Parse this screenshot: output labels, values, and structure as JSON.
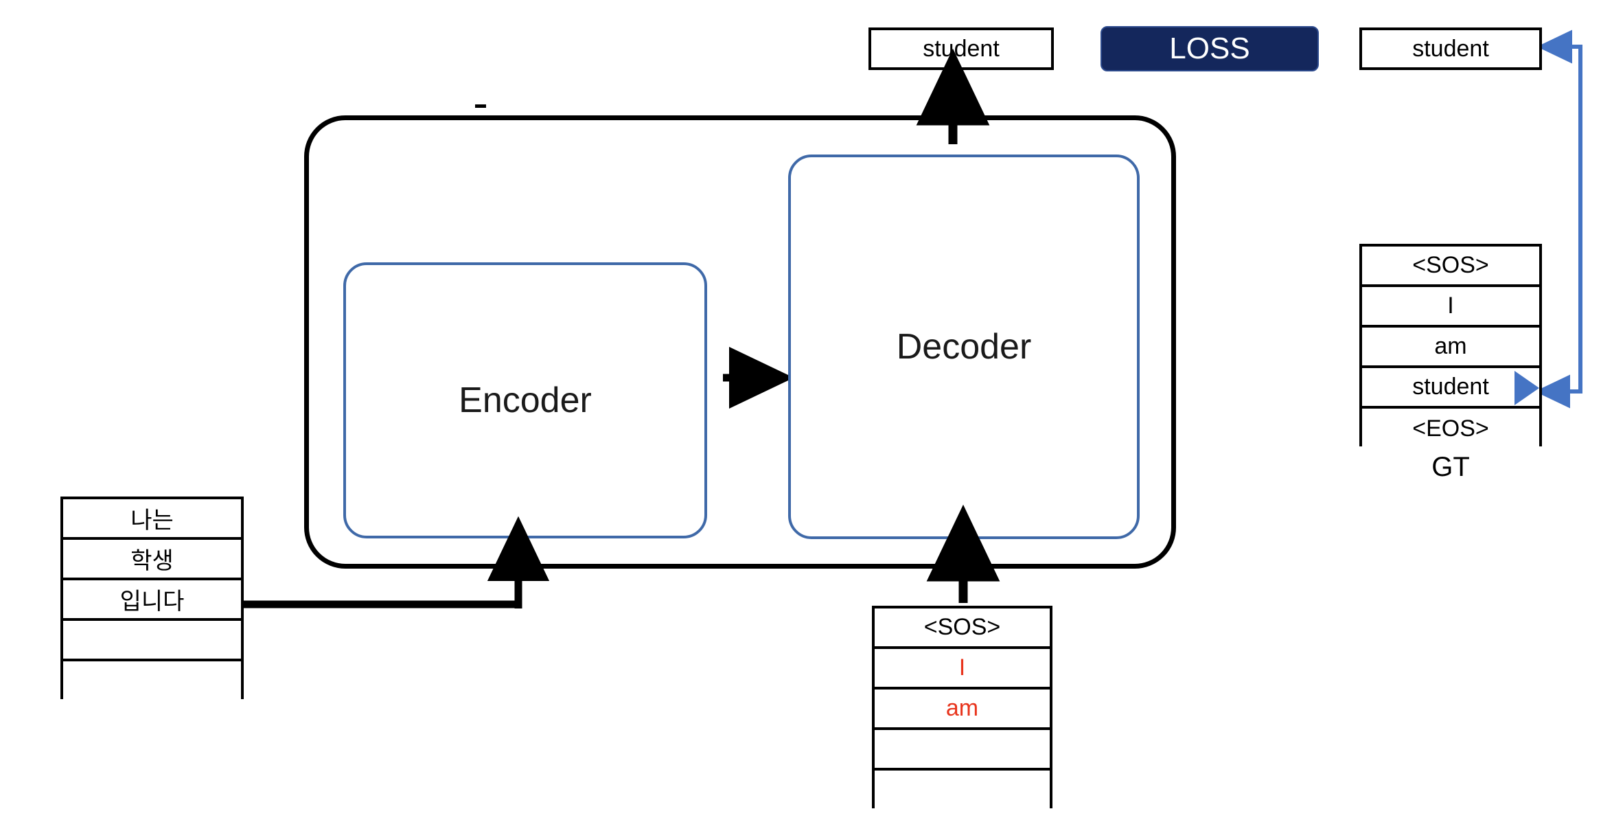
{
  "diagram": {
    "title": "Transformer encoder-decoder training diagram",
    "colors": {
      "outline": "#000000",
      "block_border": "#3f69a8",
      "loss_fill": "#14275c",
      "loss_text": "#ffffff",
      "highlight_blue": "#4574c4",
      "predicted_token": "#e8341c"
    }
  },
  "model": {
    "encoder_label": "Encoder",
    "decoder_label": "Decoder"
  },
  "loss": {
    "label": "LOSS"
  },
  "output": {
    "predicted_label": "student"
  },
  "gt": {
    "caption": "GT",
    "compare_label": "student",
    "rows": [
      {
        "text": "<SOS>"
      },
      {
        "text": "I"
      },
      {
        "text": "am"
      },
      {
        "text": "student"
      },
      {
        "text": "<EOS>"
      }
    ],
    "marked_row_index": 3
  },
  "source_input": {
    "rows": [
      {
        "text": "나는"
      },
      {
        "text": "학생"
      },
      {
        "text": "입니다"
      },
      {
        "text": ""
      },
      {
        "text": ""
      }
    ]
  },
  "decoder_input": {
    "rows": [
      {
        "text": "<SOS>",
        "color": "black"
      },
      {
        "text": "I",
        "color": "red"
      },
      {
        "text": "am",
        "color": "red"
      },
      {
        "text": "",
        "color": "black"
      },
      {
        "text": "",
        "color": "black"
      }
    ]
  }
}
